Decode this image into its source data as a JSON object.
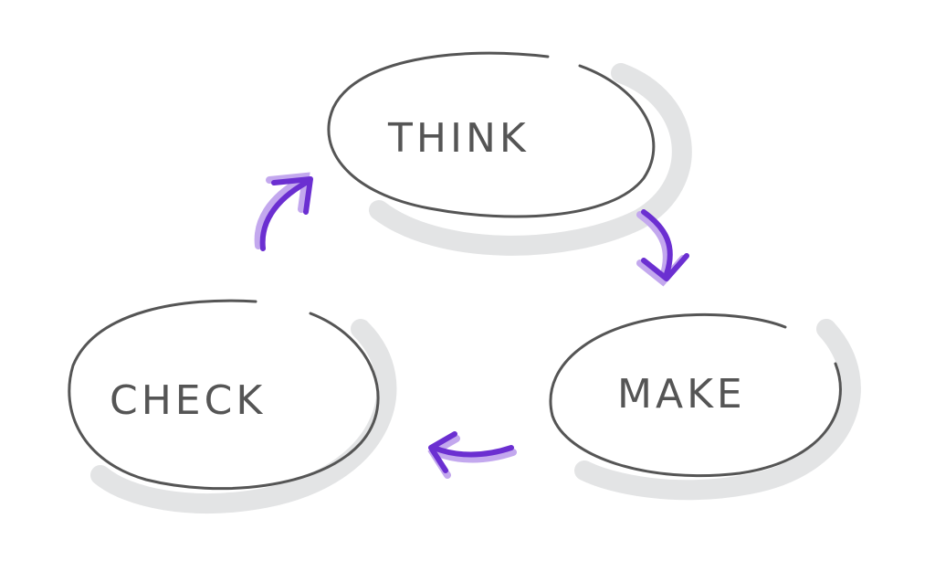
{
  "nodes": [
    {
      "id": "think",
      "label": "THINK"
    },
    {
      "id": "make",
      "label": "MAKE"
    },
    {
      "id": "check",
      "label": "CHECK"
    }
  ],
  "edges": [
    {
      "from": "think",
      "to": "make"
    },
    {
      "from": "make",
      "to": "check"
    },
    {
      "from": "check",
      "to": "think"
    }
  ],
  "colors": {
    "outline": "#555555",
    "shadow": "#e3e4e5",
    "arrow": "#6b2fd1",
    "arrow_highlight": "#c3a8ee"
  }
}
